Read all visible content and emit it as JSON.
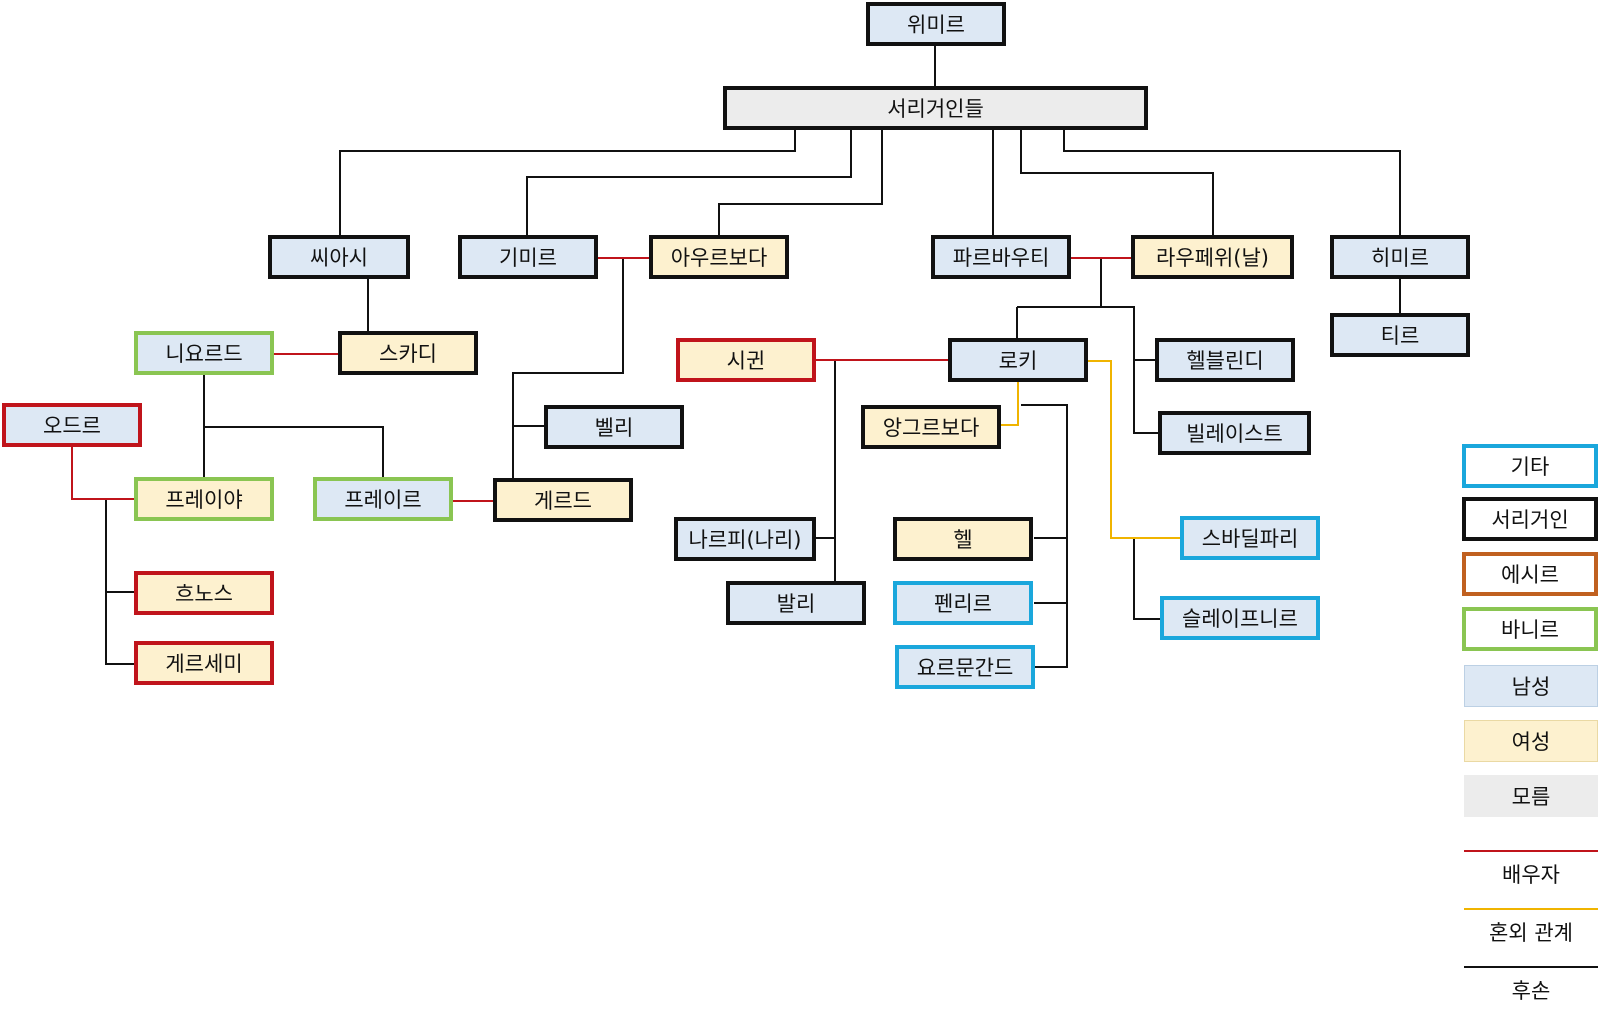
{
  "colors": {
    "male": "#dde8f4",
    "female": "#fdf1cf",
    "unknown": "#ececec",
    "jotun": "#111111",
    "other": "#1aa7dc",
    "aesir": "#c0601f",
    "vanir": "#8ac552",
    "spouse": "#c0141b",
    "affair": "#f0b400",
    "descendant": "#111111"
  },
  "nodes": {
    "wimir": "위미르",
    "jotnar": "서리거인들",
    "siasi": "씨아시",
    "gimir": "기미르",
    "aurboda": "아우르보다",
    "farbauti": "파르바우티",
    "laufey": "라우페위(날)",
    "himir": "히미르",
    "skadi": "스카디",
    "njord": "니요르드",
    "odr": "오드르",
    "freya": "프레이야",
    "freyr": "프레이르",
    "beli": "벨리",
    "gerd": "게르드",
    "sigyn": "시귄",
    "loki": "로키",
    "angrboda": "앙그르보다",
    "helblindi": "헬블린디",
    "byleist": "빌레이스트",
    "tyr": "티르",
    "narfi": "나르피(나리)",
    "vali": "발리",
    "hel": "헬",
    "fenrir": "펜리르",
    "jormungandr": "요르문간드",
    "svadilfari": "스바딜파리",
    "sleipnir": "슬레이프니르",
    "hnoss": "흐노스",
    "gersemi": "게르세미"
  },
  "legend": {
    "other": "기타",
    "jotun": "서리거인",
    "aesir": "에시르",
    "vanir": "바니르",
    "male": "남성",
    "female": "여성",
    "unknown": "모름",
    "spouse": "배우자",
    "affair": "혼외 관계",
    "descendant": "후손"
  }
}
